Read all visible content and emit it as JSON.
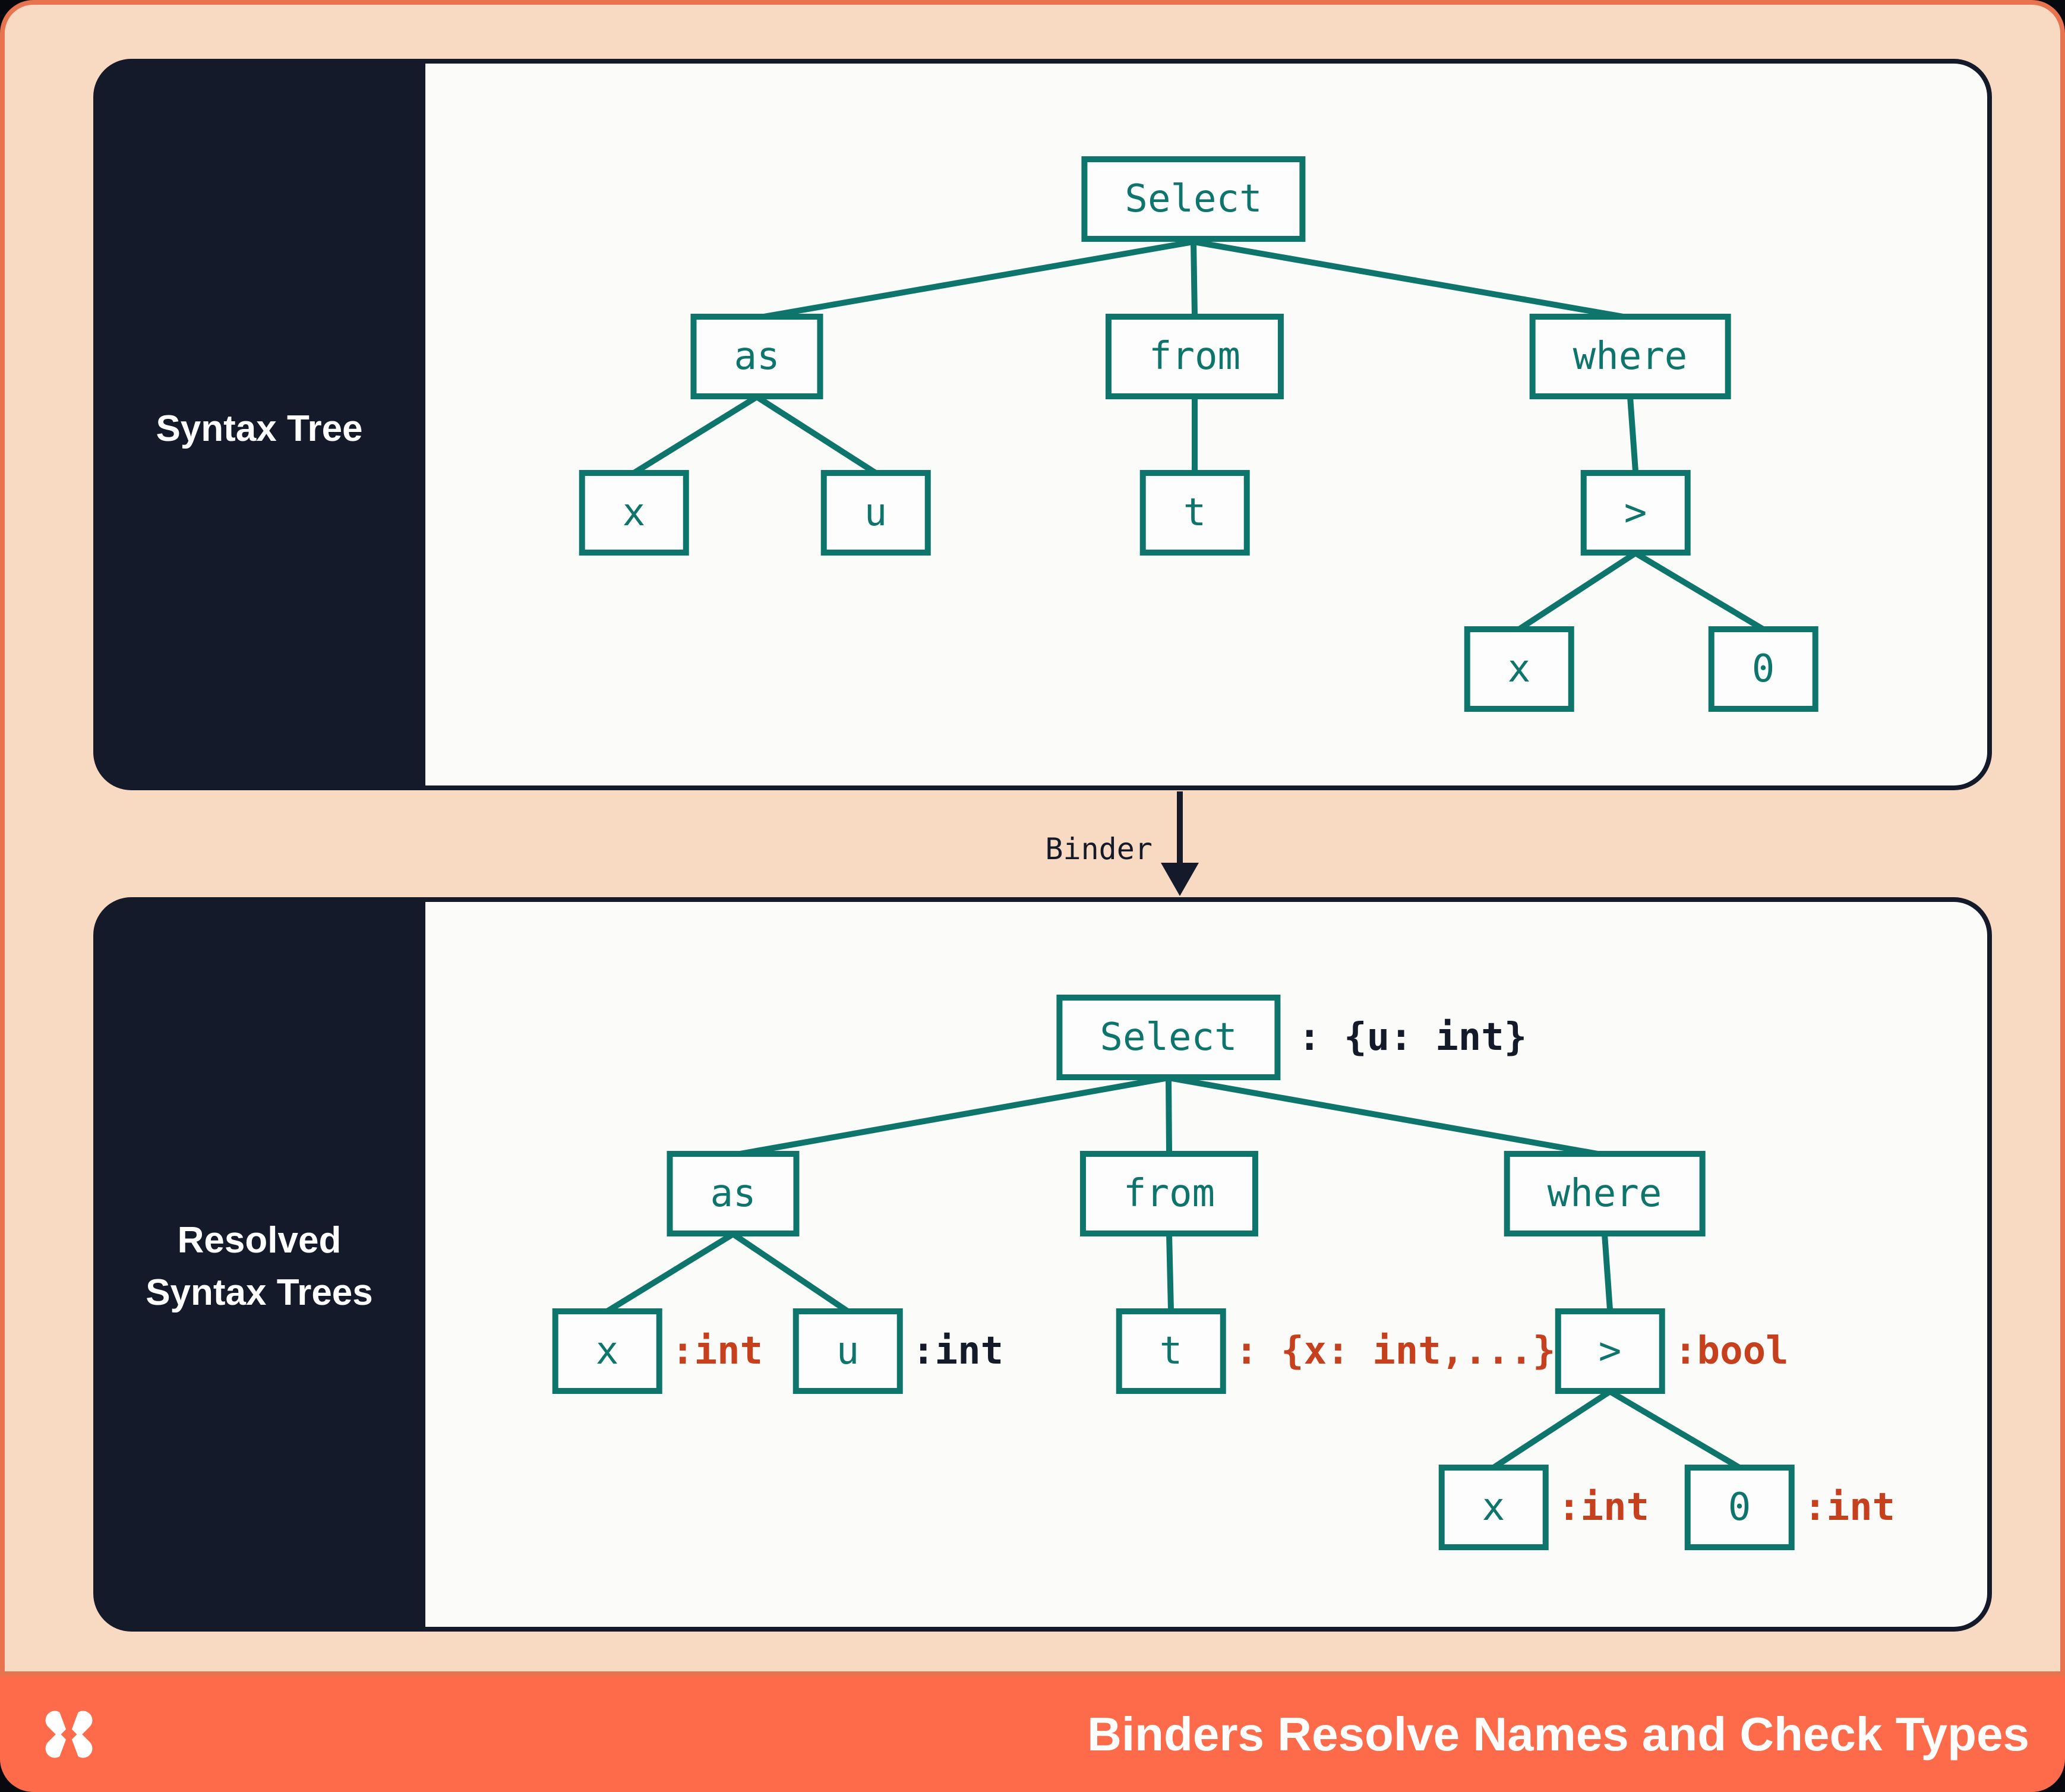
{
  "colors": {
    "outer_border": "#E8734F",
    "background_peach": "#F8D9C2",
    "panel_navy": "#141A2A",
    "panel_content": "#FBFBFA",
    "node_teal": "#0E756D",
    "annotation_red": "#C6401D",
    "annotation_navy": "#141A2A",
    "footer_coral": "#FE6B4B"
  },
  "syntax_tree_panel": {
    "label": "Syntax Tree",
    "nodes": {
      "select": "Select",
      "as": "as",
      "from": "from",
      "where": "where",
      "x_left": "x",
      "u": "u",
      "t": "t",
      "gt": ">",
      "x_right": "x",
      "zero": "0"
    }
  },
  "binder": {
    "label": "Binder"
  },
  "resolved_panel": {
    "label_line1": "Resolved",
    "label_line2": "Syntax Trees",
    "nodes": {
      "select": "Select",
      "as": "as",
      "from": "from",
      "where": "where",
      "x_left": "x",
      "u": "u",
      "t": "t",
      "gt": ">",
      "x_right": "x",
      "zero": "0"
    },
    "annotations": {
      "select": ": {u: int}",
      "x_left": ":int",
      "u": ":int",
      "t": ": {x: int,...}",
      "gt": ":bool",
      "x_right": ":int",
      "zero": ":int"
    }
  },
  "footer": {
    "title": "Binders Resolve Names and Check Types",
    "logo": "pinwheel-x-logo"
  }
}
